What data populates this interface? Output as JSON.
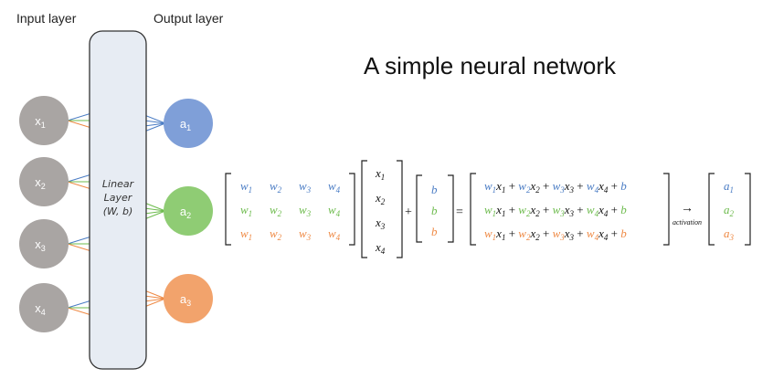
{
  "diagram": {
    "title": "A simple neural network",
    "input_layer_label": "Input layer",
    "output_layer_label": "Output layer",
    "linear_layer": {
      "line1": "Linear",
      "line2": "Layer",
      "line3": "(W, b)"
    },
    "inputs": [
      {
        "base": "x",
        "sub": "1"
      },
      {
        "base": "x",
        "sub": "2"
      },
      {
        "base": "x",
        "sub": "3"
      },
      {
        "base": "x",
        "sub": "4"
      }
    ],
    "outputs": [
      {
        "base": "a",
        "sub": "1",
        "color": "#7f9fd8"
      },
      {
        "base": "a",
        "sub": "2",
        "color": "#8fcc74"
      },
      {
        "base": "a",
        "sub": "3",
        "color": "#f2a36c"
      }
    ],
    "colors": {
      "input_node": "#a9a5a3",
      "linear_layer_fill": "#e7ecf3",
      "row1": "#4a7cc4",
      "row2": "#6dbb4d",
      "row3": "#ef8a45"
    },
    "equation": {
      "weight_base": "w",
      "weight_subs": [
        "1",
        "2",
        "3",
        "4"
      ],
      "input_vector": [
        "x",
        "x",
        "x",
        "x"
      ],
      "input_subs": [
        "1",
        "2",
        "3",
        "4"
      ],
      "bias": "b",
      "plus": "+",
      "equals": "=",
      "result_terms": [
        "w",
        "x",
        "+",
        "w",
        "x",
        "+",
        "w",
        "x",
        "+",
        "w",
        "x",
        "+",
        "b"
      ],
      "arrow": "→",
      "arrow_label": "activation",
      "output_vector": [
        "a",
        "a",
        "a"
      ],
      "output_subs": [
        "1",
        "2",
        "3"
      ]
    }
  }
}
